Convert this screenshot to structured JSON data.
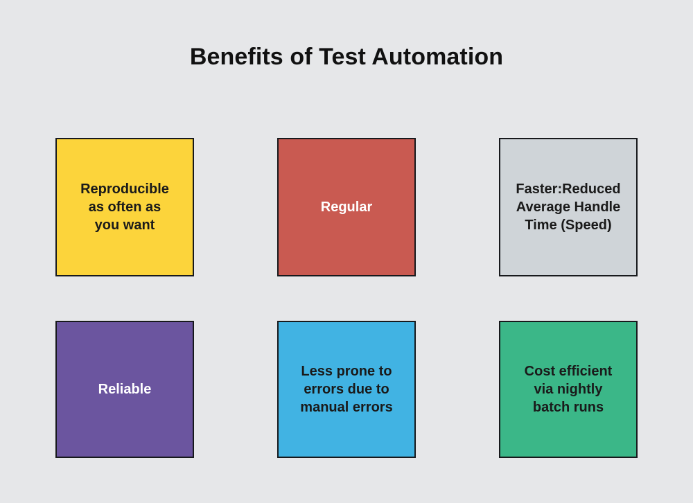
{
  "page": {
    "title": "Benefits of Test Automation",
    "background_color": "#e6e7e9",
    "title_color": "#111111",
    "border_color": "#17191c"
  },
  "grid": {
    "rows": 2,
    "columns": 3,
    "cells": [
      {
        "label": "Reproducible\nas often as\nyou want",
        "fill_color": "#fcd43b",
        "text_color": "#1a1a1a",
        "row": 0,
        "column": 0
      },
      {
        "label": "Regular",
        "fill_color": "#c95a51",
        "text_color": "#ffffff",
        "row": 0,
        "column": 1
      },
      {
        "label": "Faster:Reduced\nAverage Handle\nTime (Speed)",
        "fill_color": "#cfd4d8",
        "text_color": "#1a1a1a",
        "row": 0,
        "column": 2
      },
      {
        "label": "Reliable",
        "fill_color": "#6b559f",
        "text_color": "#ffffff",
        "row": 1,
        "column": 0
      },
      {
        "label": "Less prone to\nerrors due to\nmanual errors",
        "fill_color": "#41b3e3",
        "text_color": "#1a1a1a",
        "row": 1,
        "column": 1
      },
      {
        "label": "Cost efficient\nvia nightly\nbatch runs",
        "fill_color": "#3bb788",
        "text_color": "#1a1a1a",
        "row": 1,
        "column": 2
      }
    ]
  }
}
